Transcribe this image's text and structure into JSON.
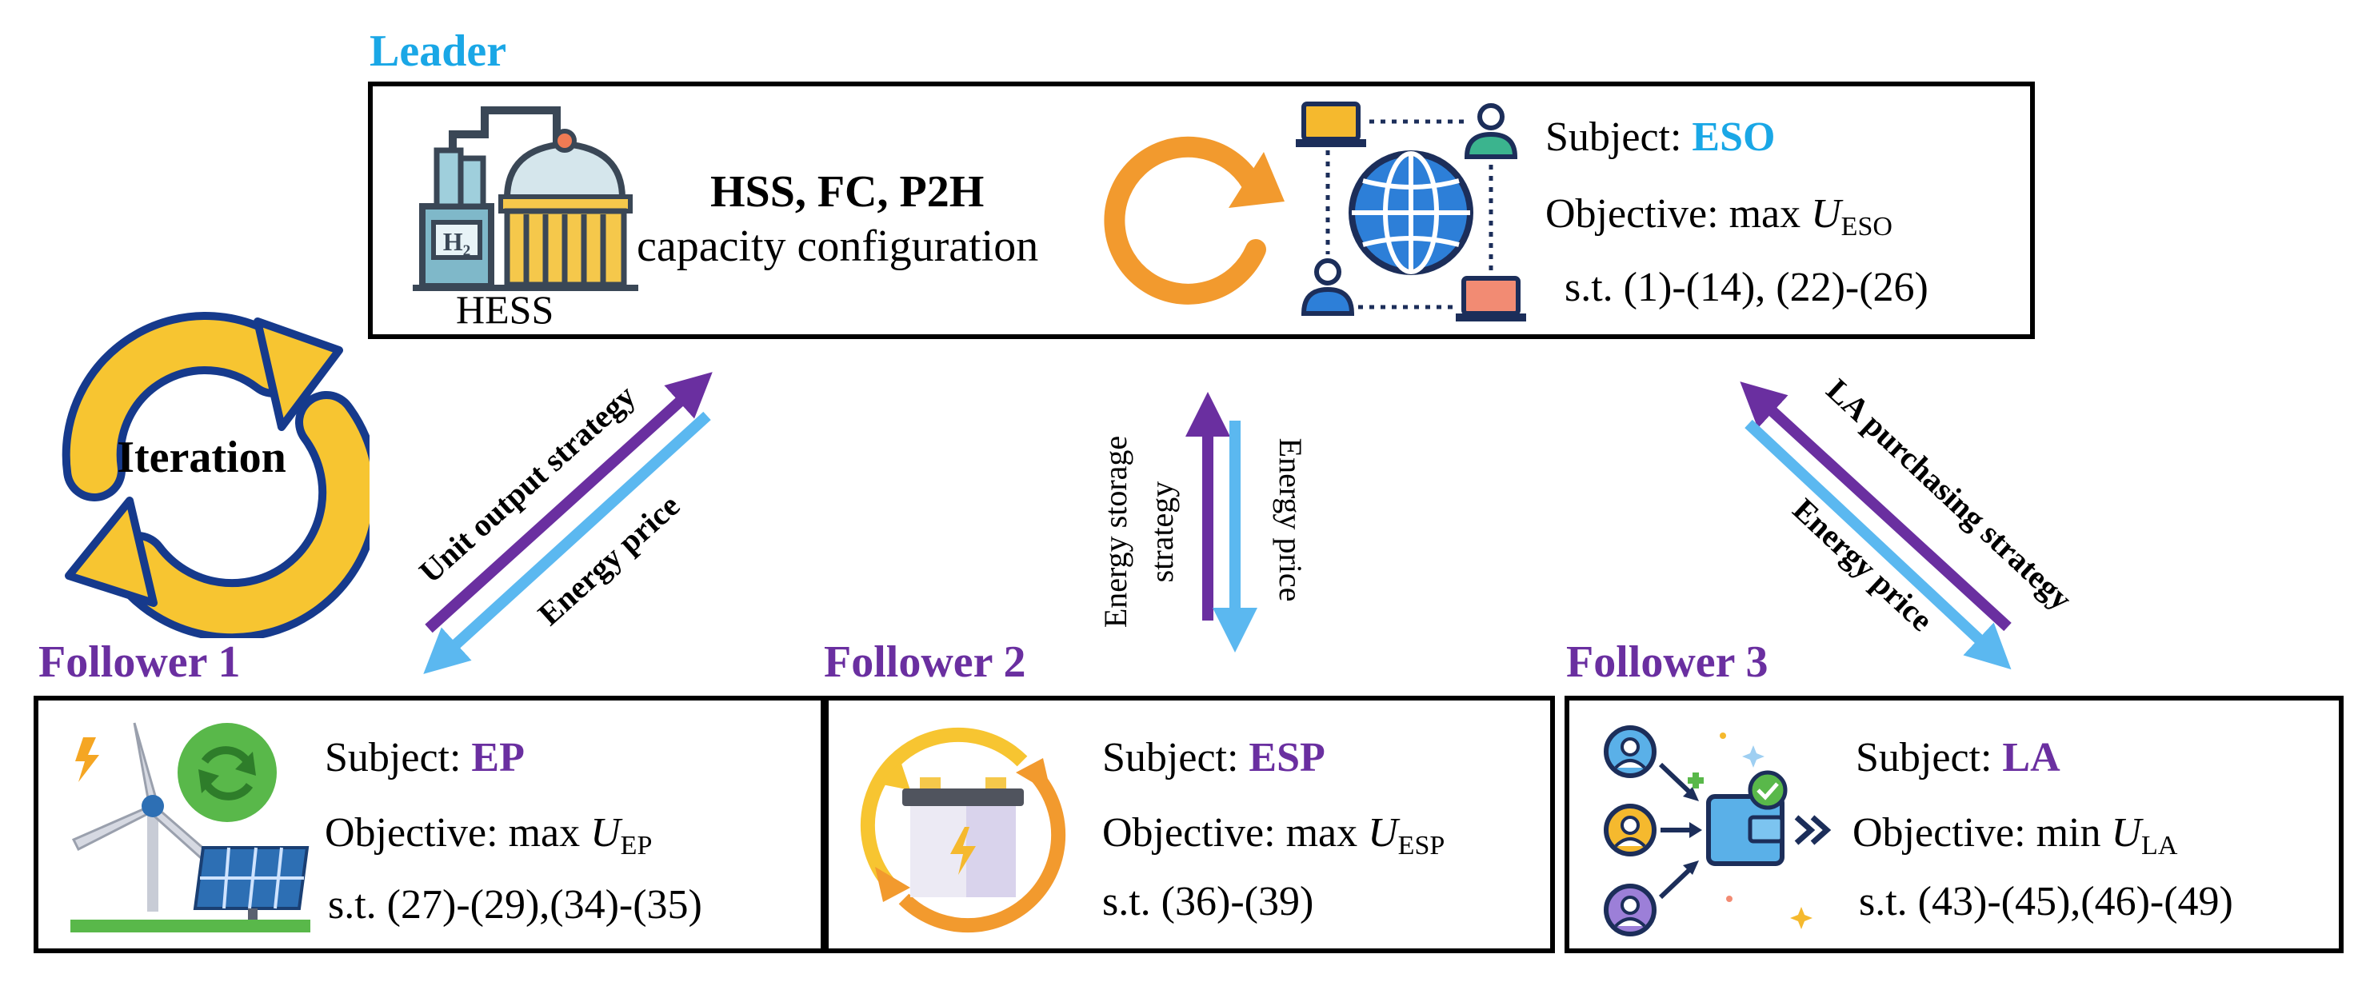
{
  "leader": {
    "role": "Leader",
    "hess_label": "HESS",
    "config_bold": "HSS, FC, P2H",
    "config_text": "capacity configuration",
    "subject_prefix": "Subject: ",
    "subject": "ESO",
    "objective_prefix": "Objective: max ",
    "objective_var": "U",
    "objective_sub": "ESO",
    "constraints": "s.t. (1)-(14), (22)-(26)"
  },
  "iteration_label": "Iteration",
  "arrows": {
    "left_up": "Unit output strategy",
    "left_down": "Energy price",
    "mid_up_line1": "Energy storage",
    "mid_up_line2": "strategy",
    "mid_down": "Energy price",
    "right_up": "LA purchasing strategy",
    "right_down": "Energy price"
  },
  "followers": [
    {
      "role": "Follower 1",
      "subject_prefix": "Subject: ",
      "subject": "EP",
      "objective_prefix": "Objective: max ",
      "objective_var": "U",
      "objective_sub": "EP",
      "constraints": "s.t. (27)-(29),(34)-(35)"
    },
    {
      "role": "Follower 2",
      "subject_prefix": "Subject: ",
      "subject": "ESP",
      "objective_prefix": "Objective: max ",
      "objective_var": "U",
      "objective_sub": "ESP",
      "constraints": "s.t. (36)-(39)"
    },
    {
      "role": "Follower 3",
      "subject_prefix": "Subject: ",
      "subject": "LA",
      "objective_prefix": "Objective: min ",
      "objective_var": "U",
      "objective_sub": "LA",
      "constraints": "s.t. (43)-(45),(46)-(49)"
    }
  ],
  "colors": {
    "leader_blue": "#1aa7e6",
    "follower_purple": "#6a2fa0",
    "arrow_purple": "#6a2fa0",
    "arrow_blue": "#5bb8f0",
    "iteration_yellow": "#f7c531",
    "iteration_navy": "#163a8c",
    "refresh_orange": "#f29a2e"
  },
  "icons": [
    "hydrogen-plant-icon",
    "refresh-arrow-icon",
    "global-network-icon",
    "iteration-cycle-icon",
    "wind-solar-icon",
    "battery-cycle-icon",
    "load-aggregator-icon"
  ]
}
